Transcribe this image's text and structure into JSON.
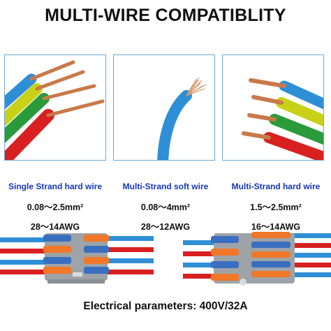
{
  "title": "MULTI-WIRE COMPATIBLITY",
  "wire_types": [
    {
      "name": "Single Strand hard wire",
      "cross_section": "0.08〜2.5mm²",
      "gauge": "28〜14AWG"
    },
    {
      "name": "Multi-Strand soft wire",
      "cross_section": "0.08〜4mm²",
      "gauge": "28〜12AWG"
    },
    {
      "name": "Multi-Strand hard wire",
      "cross_section": "1.5〜2.5mm²",
      "gauge": "16〜14AWG"
    }
  ],
  "footer": "Electrical parameters: 400V/32A",
  "colors": {
    "accent_text": "#1536b8",
    "panel_border": "#6aa8dc",
    "wire_blue": "#2f8fd6",
    "wire_red": "#d92020",
    "wire_yellow_green": "#b9c51d",
    "copper": "#c9794a",
    "connector_body": "#9ea3a8",
    "lever_orange": "#f07828",
    "lever_blue": "#3a6fc0"
  },
  "icons": [
    "single-strand-wire-photo",
    "soft-wire-photo",
    "hard-wire-photo",
    "lever-connector-left",
    "lever-connector-right"
  ]
}
